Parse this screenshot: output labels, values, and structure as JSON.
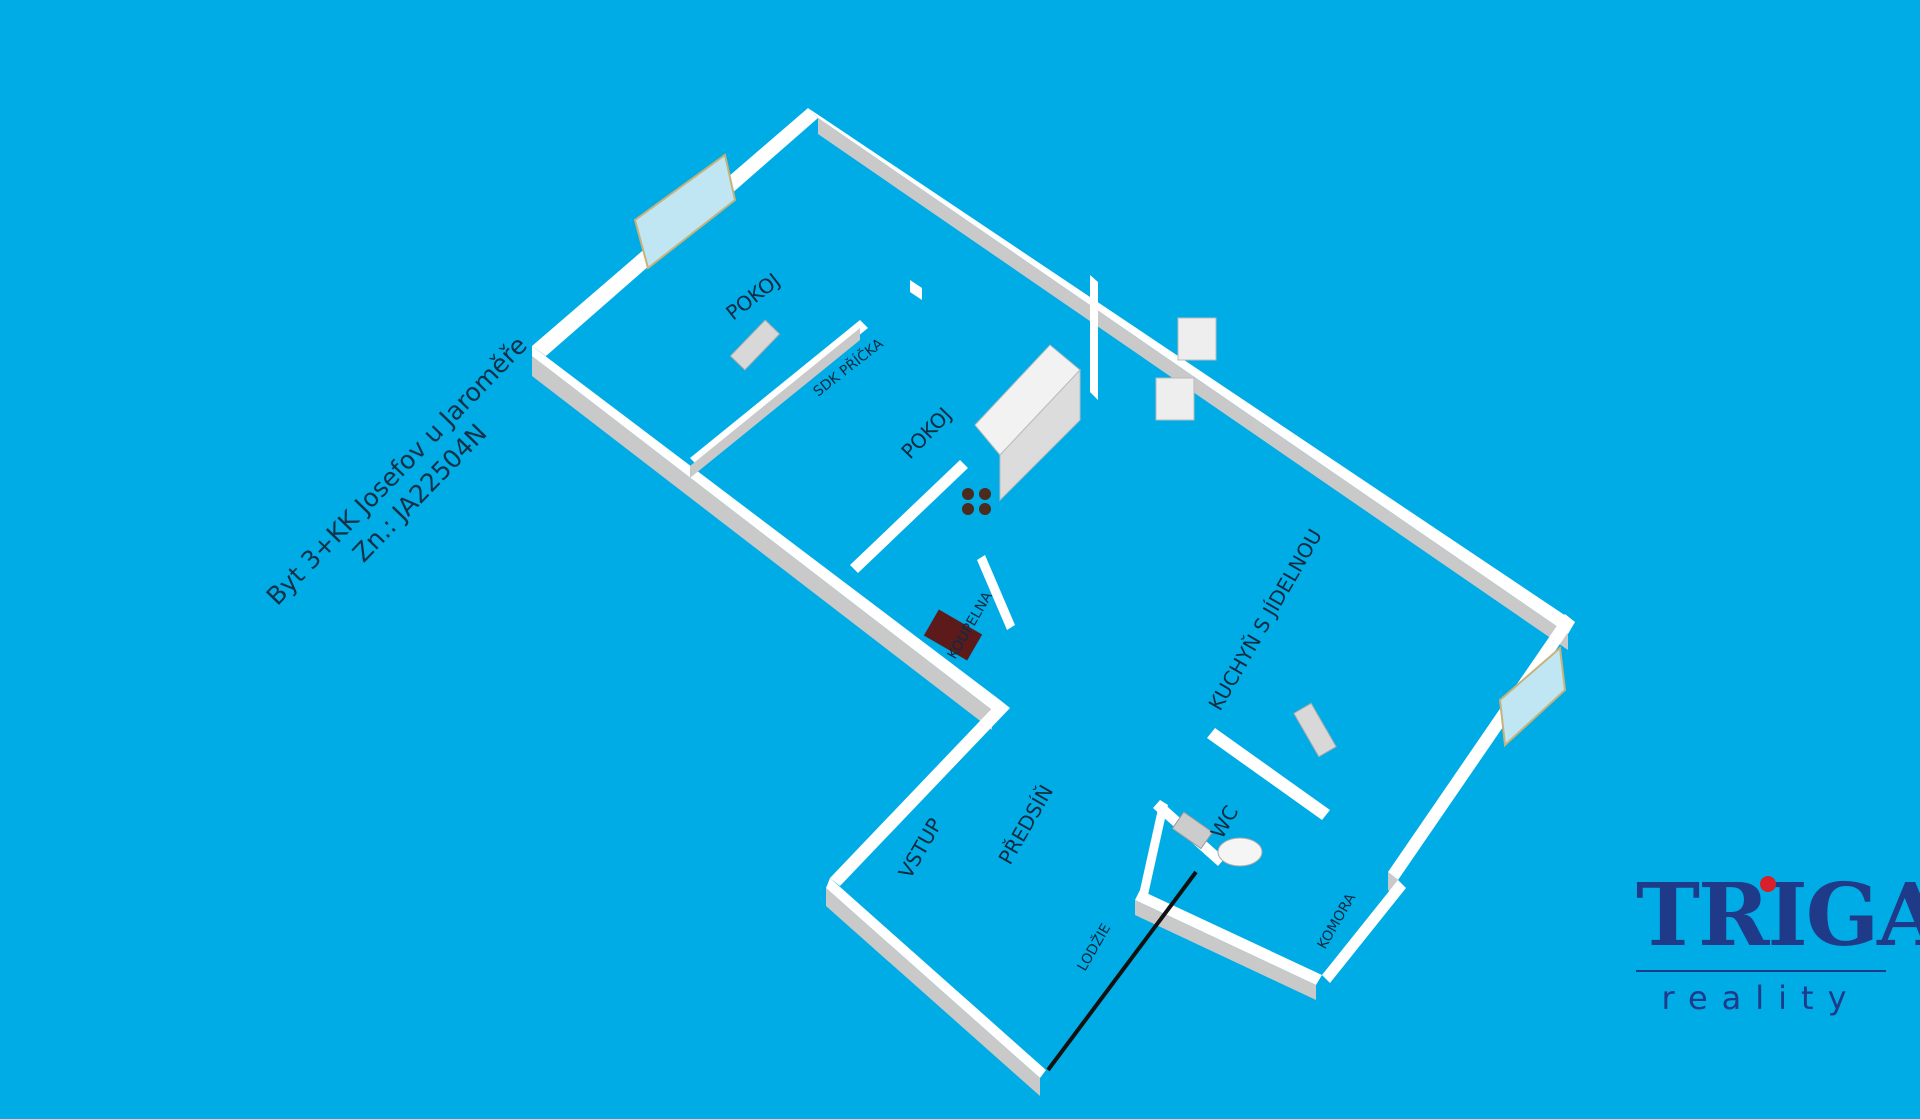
{
  "rooms": {
    "pokoj1": "POKOJ",
    "sdk": "SDK PŘÍČKA",
    "pokoj2": "POKOJ",
    "kuchyn": "KUCHYŇ S JÍDELNOU",
    "koupelna": "KOUPELNA",
    "predsin": "PŘEDSÍŇ",
    "vstup": "VSTUP",
    "wc": "WC",
    "komora": "KOMORA",
    "lodzie": "LODŽIE"
  },
  "caption": {
    "line1": "Byt 3+KK Josefov u Jaroměře",
    "line2": "Zn.:  JA22504N"
  },
  "logo": {
    "name": "TRIGA",
    "tagline": "reality",
    "color": "#1f3a88",
    "accent": "#d8202a"
  },
  "colors": {
    "background": "#00ace6"
  }
}
